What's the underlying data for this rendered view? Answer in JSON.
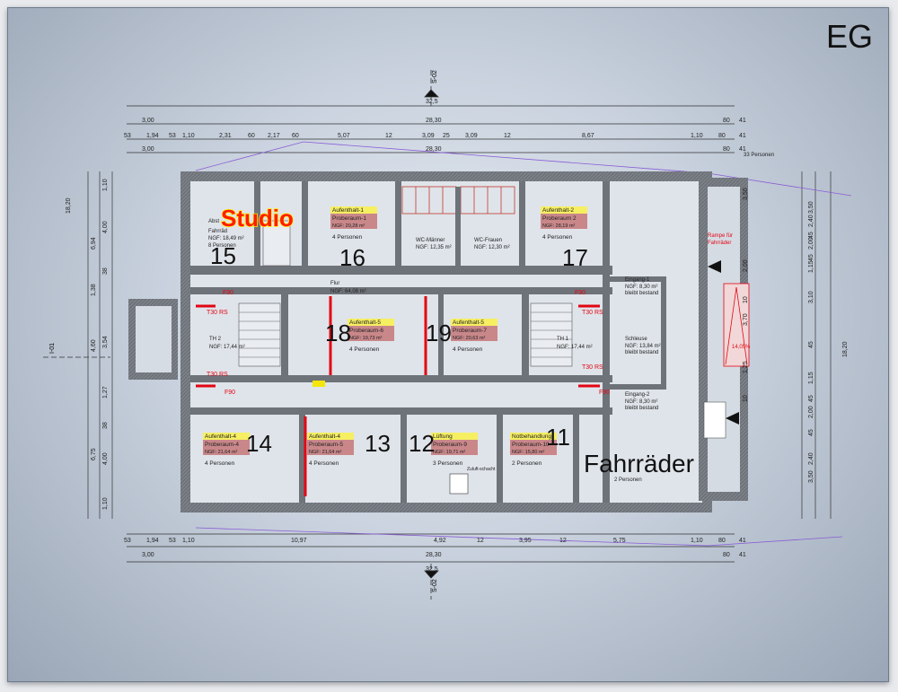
{
  "floor_label": "EG",
  "overlay": {
    "studio": "Studio",
    "fahrraeder": "Fahrräder"
  },
  "room_numbers": [
    "15",
    "16",
    "17",
    "18",
    "19",
    "14",
    "13",
    "12",
    "11"
  ],
  "rooms": [
    {
      "n1": "Aufenthalt-1",
      "n2": "Proberaum-1",
      "n3": "NGF: 20,28 m²",
      "n4": "4 Personen"
    },
    {
      "n1": "Aufenthalt-2",
      "n2": "Proberaum 2",
      "n3": "NGF: 28,19 m²",
      "n4": "4 Personen"
    },
    {
      "n1": "Aufenthalt-5",
      "n2": "Proberaum-6",
      "n3": "NGF: 19,73 m²",
      "n4": "4 Personen"
    },
    {
      "n1": "Aufenthalt-5",
      "n2": "Proberaum-7",
      "n3": "NGF: 20,63 m²",
      "n4": "4 Personen"
    },
    {
      "n1": "Aufenthalt-4",
      "n2": "Proberaum-4",
      "n3": "NGF: 21,64 m²",
      "n4": "4 Personen"
    },
    {
      "n1": "Aufenthalt-4",
      "n2": "Proberaum-5",
      "n3": "NGF: 21,64 m²",
      "n4": "4 Personen"
    },
    {
      "n1": "Lüftung",
      "n2": "Proberaum-9",
      "n3": "NGF: 19,71 m²",
      "n4": "3 Personen"
    },
    {
      "n1": "Notbehandlung",
      "n2": "Proberaum-10",
      "n3": "NGF: 15,80 m²",
      "n4": "2 Personen"
    }
  ],
  "small_labels": {
    "abst": "Abst",
    "fahrr": "Fahrräd",
    "ngf15": "NGF: 18,49 m²",
    "pers15": "8 Personen",
    "wc_m": "WC-Männer",
    "wc_m_ngf": "NGF: 12,35 m²",
    "wc_f": "WC-Frauen",
    "wc_f_ngf": "NGF: 12,30 m²",
    "flur": "Flur",
    "flur_ngf": "NGF: 64,08 m²",
    "th2": "TH 2",
    "th2_ngf": "NGF: 17,44 m²",
    "th1": "TH 1",
    "th1_ngf": "NGF: 17,44 m²",
    "eingang1": "Eingang-1",
    "eingang1_ngf": "NGF: 8,30 m²",
    "eingang1_b": "bleibt bestand",
    "schleuse": "Schleuse",
    "schleuse_ngf": "NGF: 13,84 m²",
    "schleuse_b": "bleibt bestand",
    "eingang2": "Eingang-2",
    "eingang2_ngf": "NGF: 8,30 m²",
    "eingang2_b": "bleibt bestand",
    "rampe": "Rampe für",
    "rampe2": "Fahrräder",
    "pct": "14,05%",
    "pers_33": "33 Personen",
    "pers_fahr": "2 Personen",
    "zuluft": "Zuluft-schacht"
  },
  "door_labels": [
    "F90",
    "T30 RS",
    "T30 RS",
    "F90",
    "F90",
    "T30 RS",
    "T30 RS",
    "F90"
  ],
  "dims": {
    "total": "32,5",
    "top_row1": [
      "3,00",
      "28,30",
      "80",
      "41"
    ],
    "top_row2": [
      "53",
      "1,94",
      "53",
      "1,10",
      "2,31",
      "60",
      "2,17",
      "60",
      "5,07",
      "12",
      "3,09",
      "25",
      "3,09",
      "12",
      "8,67",
      "1,10",
      "80",
      "41"
    ],
    "top_row3": [
      "3,00",
      "28,30",
      "80",
      "41"
    ],
    "bot_row1": [
      "53",
      "1,94",
      "53",
      "1,10",
      "10,97",
      "4,92",
      "12",
      "3,95",
      "12",
      "5,75",
      "1,10",
      "80",
      "41"
    ],
    "bot_row2": [
      "3,00",
      "28,30",
      "80",
      "41"
    ],
    "bot_total": "32,5",
    "left": [
      "1,10",
      "4,00",
      "38",
      "3,54",
      "1,27",
      "38",
      "4,00",
      "1,10"
    ],
    "left_outer": [
      "6,94",
      "1,38",
      "4,60",
      "6,75",
      "18,20"
    ],
    "right_a": [
      "3,50",
      "2,40",
      "45",
      "2,00",
      "45",
      "1,15",
      "3,10",
      "45",
      "1,15",
      "45",
      "2,00",
      "45",
      "2,40",
      "3,50"
    ],
    "right_b": [
      "3,50",
      "2,00",
      "10",
      "3,70",
      "1,25",
      "10"
    ],
    "right_total": "18,20",
    "section_top": "S-02",
    "section_bot": "S-02",
    "section_left": "I-01"
  }
}
